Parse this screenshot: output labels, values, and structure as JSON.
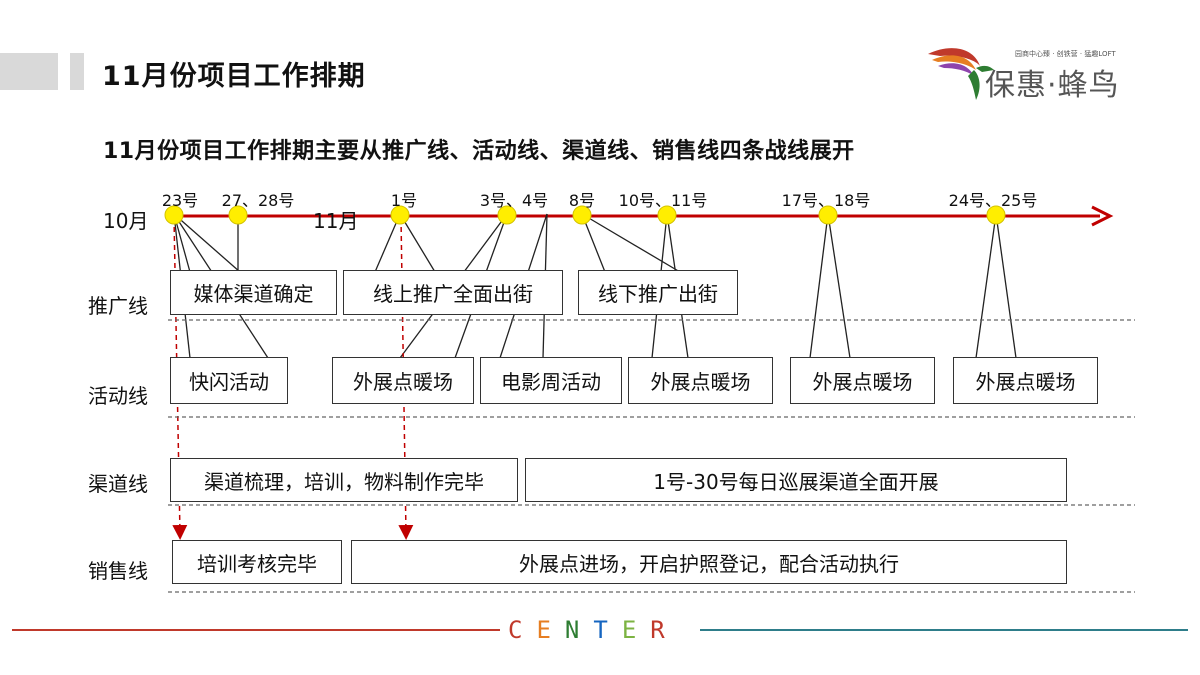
{
  "header": {
    "title": "11月份项目工作排期",
    "subtitle": "11月份项目工作排期主要从推广线、活动线、渠道线、销售线四条战线展开"
  },
  "logo": {
    "tagline": "园商中心臻 · 创铁营 · 猛趣LOFT",
    "name": "保惠·蜂鸟"
  },
  "timeline": {
    "months": [
      "10月",
      "11月"
    ],
    "dates": [
      "23号",
      "27、28号",
      "1号",
      "3号、4号",
      "8号",
      "10号、11号",
      "17号、18号",
      "24号、25号"
    ]
  },
  "rows": {
    "labels": [
      "推广线",
      "活动线",
      "渠道线",
      "销售线"
    ]
  },
  "boxes": {
    "promo": [
      "媒体渠道确定",
      "线上推广全面出街",
      "线下推广出街"
    ],
    "activity": [
      "快闪活动",
      "外展点暖场",
      "电影周活动",
      "外展点暖场",
      "外展点暖场",
      "外展点暖场"
    ],
    "channel": [
      "渠道梳理，培训，物料制作完毕",
      "1号-30号每日巡展渠道全面开展"
    ],
    "sales": [
      "培训考核完毕",
      "外展点进场，开启护照登记，配合活动执行"
    ]
  },
  "footer": {
    "center_letters": [
      "C",
      "E",
      "N",
      "T",
      "E",
      "R"
    ]
  },
  "colors": {
    "timeline": "#c00000",
    "milestone": "#ffee00",
    "footer_letters": [
      "#c0392b",
      "#e67e22",
      "#2e7d32",
      "#1565c0",
      "#7cb342",
      "#c0392b"
    ]
  }
}
